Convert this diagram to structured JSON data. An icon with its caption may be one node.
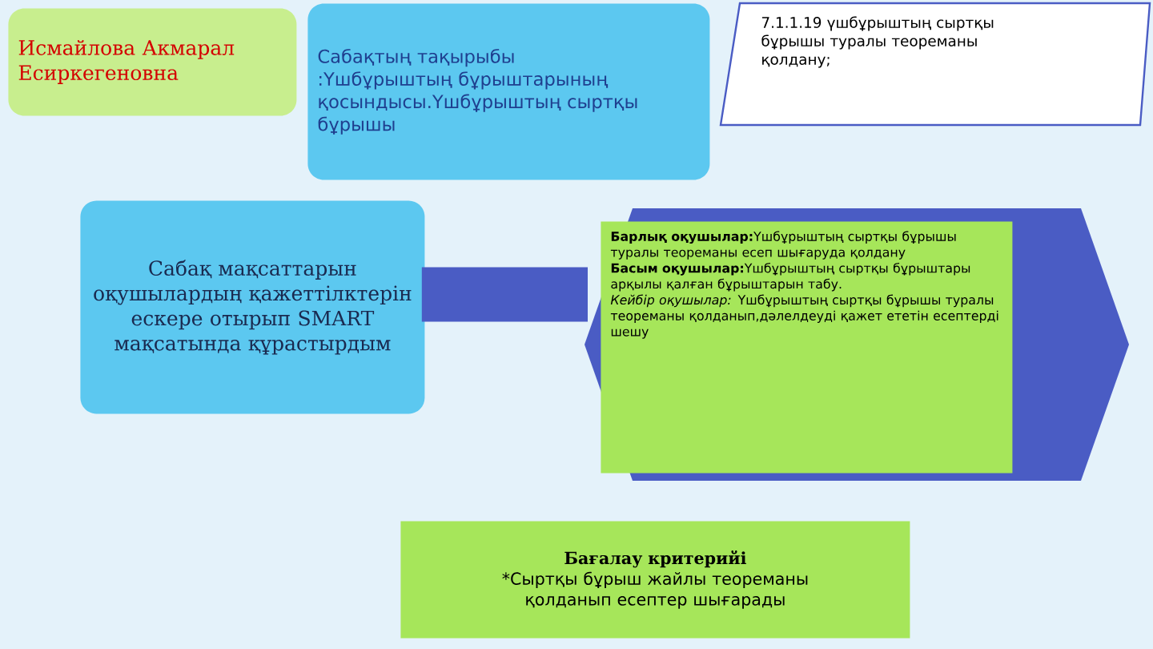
{
  "diagram": {
    "nodes": [
      {
        "text": [
          "Исмайлова Акмарал Есиркегеновна"
        ]
      },
      {
        "text": [
          "Сабақтың тақырыбы :Үшбұрыштың бұрыштарының қосындысы.Үшбұрыштың сыртқы бұрышы"
        ]
      },
      {
        "text": [
          "7.1.1.19 үшбұрыштың сыртқы бұрышы туралы теореманы қолдану;"
        ]
      },
      {
        "text": [
          "Сабақ мақсаттарын оқушылардың қажеттілктерін ескере отырып SMART мақсатында құрастырдым"
        ]
      },
      {
        "text": [],
        "shape": "hexagon"
      },
      {
        "text": [
          "**Барлық оқушылар:**Үшбұрыштың сыртқы бұрышы туралы теореманы есеп шығаруда қолдану",
          "**Басым оқушылар:**Үшбұрыштың сыртқы бұрыштары арқылы қалған бұрыштарын табу.",
          "*Кейбір оқушылар:* Үшбұрыштың сыртқы бұрышы туралы теореманы қолданып,дәлелдеуді қажет ететін есептерді шешу"
        ],
        "in": 4
      },
      {
        "text": [
          "Бағалау критерийі",
          "*Сыртқы бұрыш жайлы теореманы қолданып есептер шығарады"
        ]
      }
    ],
    "edges": [
      {
        "from": 3,
        "to": 4,
        "arrow": "none"
      }
    ]
  }
}
